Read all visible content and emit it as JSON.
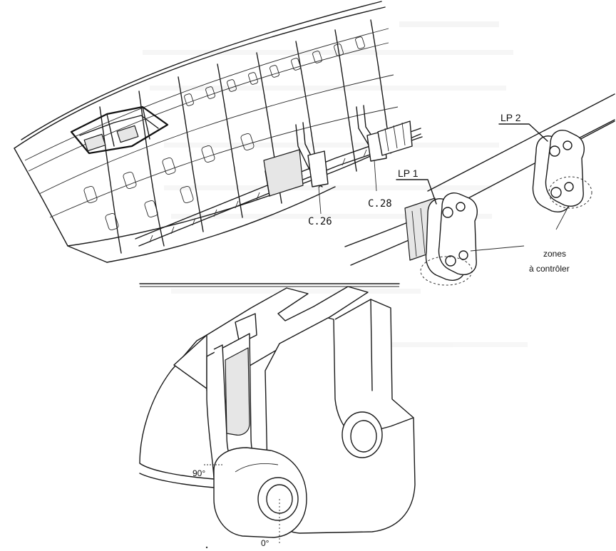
{
  "fuselage_view": {
    "frame_labels": [
      "C.26",
      "C.28"
    ]
  },
  "fitting_view": {
    "fitting_labels": [
      "LP 1",
      "LP 2"
    ],
    "zone_label_line1": "zones",
    "zone_label_line2": "à contrôler"
  },
  "lug_detail": {
    "angle_labels": [
      "90°",
      "0°"
    ]
  },
  "icons": [
    "fuselage-drawing",
    "wing-attach-fittings-drawing",
    "lug-detail-drawing"
  ]
}
